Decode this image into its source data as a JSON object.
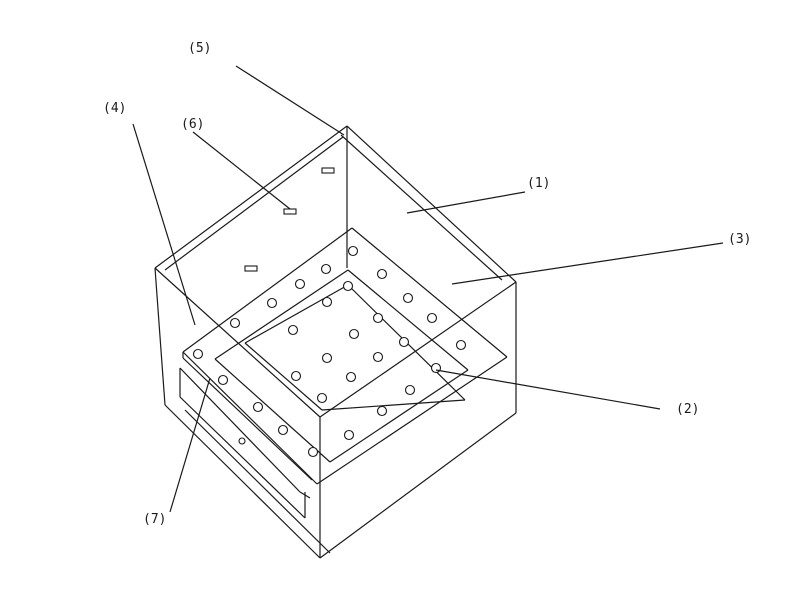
{
  "labels": {
    "l1": "(1)",
    "l2": "(2)",
    "l3": "(3)",
    "l4": "(4)",
    "l5": "(5)",
    "l6": "(6)",
    "l7": "(7)"
  },
  "colors": {
    "line": "#1a1a1a",
    "background": "#ffffff"
  }
}
